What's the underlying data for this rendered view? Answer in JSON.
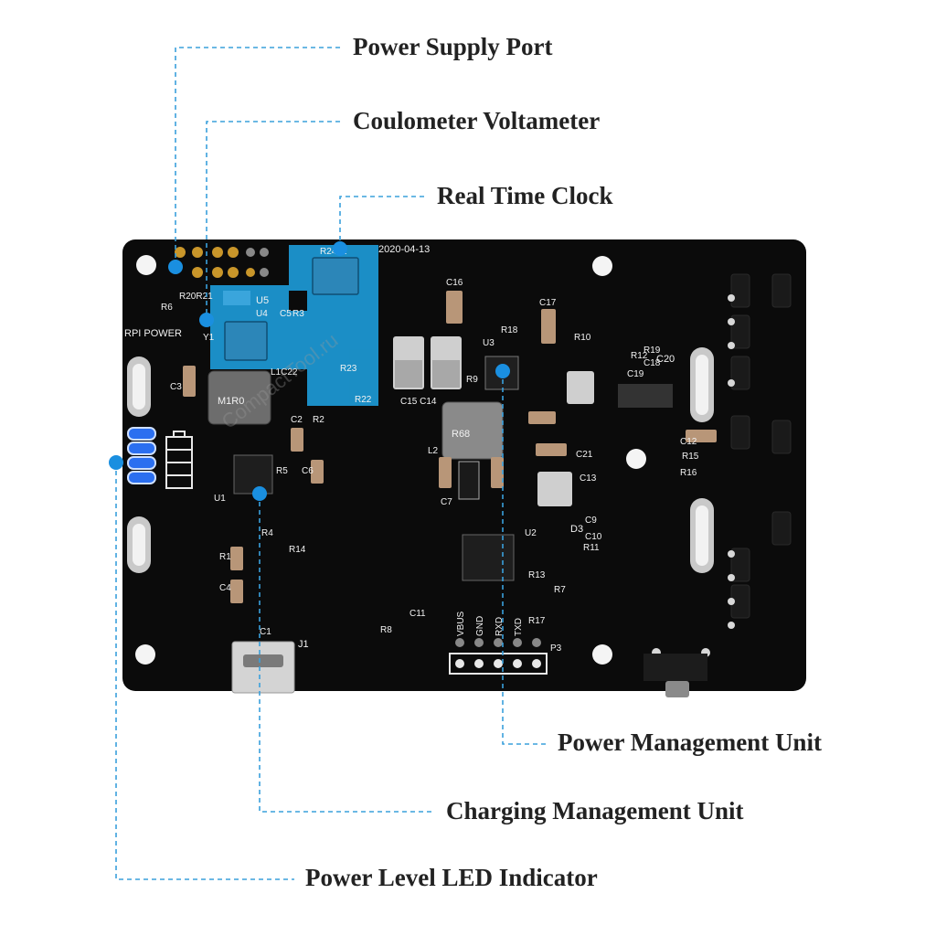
{
  "callouts": {
    "power_supply_port": "Power Supply Port",
    "coulometer_voltameter": "Coulometer Voltameter",
    "real_time_clock": "Real Time Clock",
    "power_management_unit": "Power Management Unit",
    "charging_management_unit": "Charging Management Unit",
    "power_level_led_indicator": "Power Level LED Indicator"
  },
  "board": {
    "date_code": "2020-04-13",
    "watermark": "CompactTool.ru",
    "silkscreen": {
      "r20r21": "R20R21",
      "r6": "R6",
      "rpi_power": "RPI POWER",
      "u5": "U5",
      "u4": "U4",
      "c5": "C5",
      "r3": "R3",
      "y1": "Y1",
      "l1c22": "L1C22",
      "r2401": "R2401",
      "r23": "R23",
      "r22": "R22",
      "c3": "C3",
      "inductor_marking": "M1R0",
      "c2": "C2",
      "r2": "R2",
      "c6": "C6",
      "r5": "R5",
      "u1": "U1",
      "r4": "R4",
      "r14": "R14",
      "r1": "R1",
      "c4": "C4",
      "c1": "C1",
      "j1": "J1",
      "c16": "C16",
      "c17": "C17",
      "r18": "R18",
      "u3": "U3",
      "r9": "R9",
      "c15c14": "C15 C14",
      "r10": "R10",
      "r12": "R12",
      "r19": "R19",
      "c18": "C18",
      "c20": "C20",
      "c19": "C19",
      "l2": "L2",
      "inductor2_marking": "R68",
      "c21": "C21",
      "c13": "C13",
      "c12": "C12",
      "r15": "R15",
      "r16": "R16",
      "c7": "C7",
      "d3": "D3",
      "c9": "C9",
      "c10": "C10",
      "r11": "R11",
      "u2": "U2",
      "r13": "R13",
      "r7": "R7",
      "r17": "R17",
      "c11": "C11",
      "r8": "R8",
      "p3": "P3",
      "vbus": "VBUS",
      "gnd": "GND",
      "rxd": "RXD",
      "txd": "TXD"
    }
  },
  "colors": {
    "pcb": "#0b0b0b",
    "callout_line": "#3aa0dc",
    "callout_dot": "#1a8fe0",
    "highlight": "#1d9ad6",
    "led": "#2b6ff0"
  }
}
